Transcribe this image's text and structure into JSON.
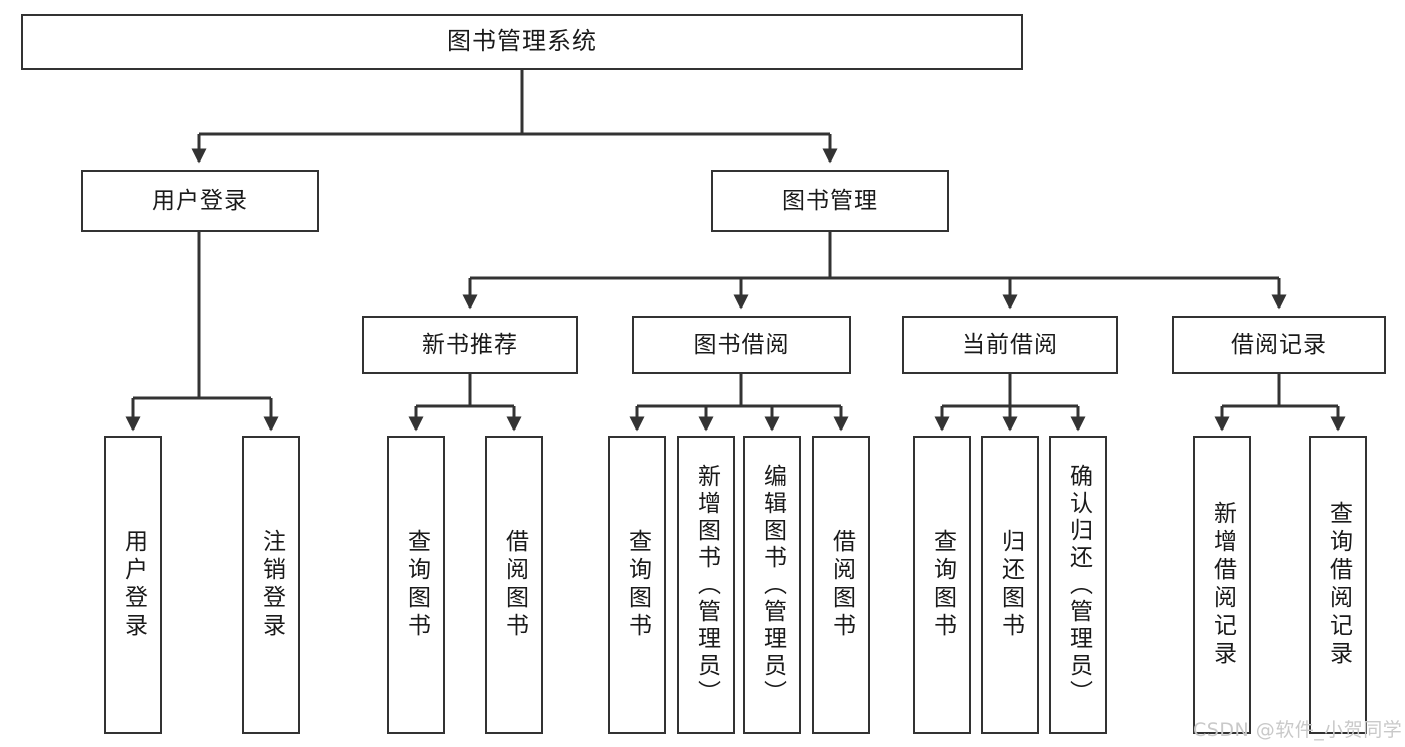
{
  "diagram": {
    "title": "图书管理系统",
    "type": "tree",
    "root": {
      "label": "图书管理系统"
    },
    "level2": [
      {
        "label": "用户登录"
      },
      {
        "label": "图书管理"
      }
    ],
    "level3": [
      {
        "label": "新书推荐"
      },
      {
        "label": "图书借阅"
      },
      {
        "label": "当前借阅"
      },
      {
        "label": "借阅记录"
      }
    ],
    "leaves": {
      "user_login": [
        {
          "label": "用户登录"
        },
        {
          "label": "注销登录"
        }
      ],
      "new_book_recommend": [
        {
          "label": "查询图书"
        },
        {
          "label": "借阅图书"
        }
      ],
      "book_borrow": [
        {
          "label": "查询图书"
        },
        {
          "label": "新增图书（管理员）"
        },
        {
          "label": "编辑图书（管理员）"
        },
        {
          "label": "借阅图书"
        }
      ],
      "current_borrow": [
        {
          "label": "查询图书"
        },
        {
          "label": "归还图书"
        },
        {
          "label": "确认归还（管理员）"
        }
      ],
      "borrow_record": [
        {
          "label": "新增借阅记录"
        },
        {
          "label": "查询借阅记录"
        }
      ]
    }
  },
  "watermark": {
    "text": "CSDN @软件_小贺同学"
  },
  "colors": {
    "border": "#333333",
    "text": "#1a1a1a",
    "background": "#ffffff",
    "watermark": "#c9c9c9"
  }
}
